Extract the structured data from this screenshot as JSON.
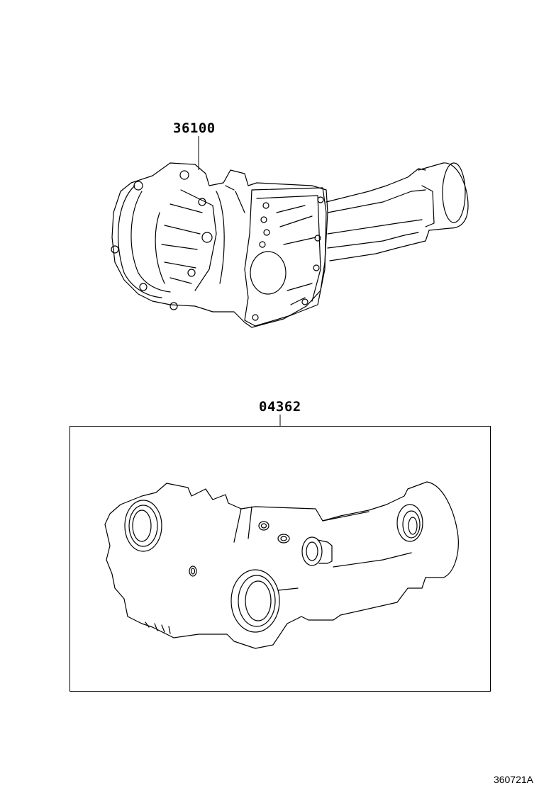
{
  "diagram": {
    "type": "parts-illustration",
    "parts": [
      {
        "part_number": "36100",
        "description": "transfer assembly (illustration)",
        "callout_position": "top"
      },
      {
        "part_number": "04362",
        "description": "gasket kit / overhaul kit, boxed (illustration)",
        "callout_position": "middle"
      }
    ],
    "illustration_id": "360721A"
  },
  "colors": {
    "line": "#000000",
    "background": "#ffffff"
  }
}
